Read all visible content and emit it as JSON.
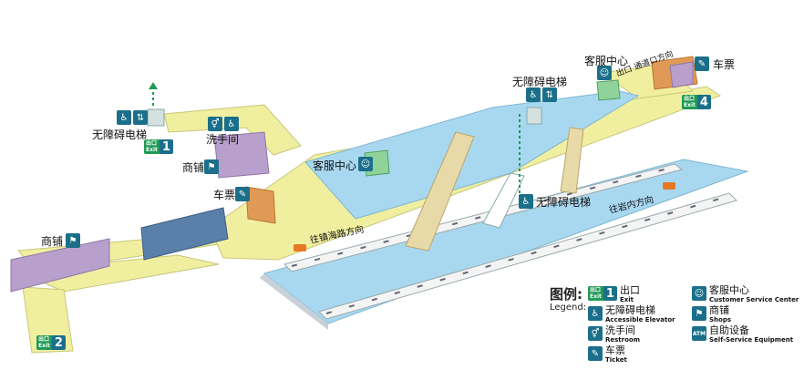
{
  "labels": {
    "accessible_elevator_top": "无障碍电梯",
    "accessible_elevator_left": "无障碍电梯",
    "accessible_elevator_center": "无障碍电梯",
    "restroom": "洗手间",
    "shop_left_upper": "商铺",
    "shop_left_lower": "商铺",
    "ticket_left": "车票",
    "ticket_right": "车票",
    "service_center_top": "客服中心",
    "service_center_mid": "客服中心",
    "direction_left": "往镇海路方向",
    "direction_right": "往岩内方向",
    "small_text_top": "出口 通道口方向"
  },
  "exits": [
    {
      "top": "出口",
      "bottom": "Exit",
      "number": "1"
    },
    {
      "top": "出口",
      "bottom": "Exit",
      "number": "2"
    },
    {
      "top": "出口",
      "bottom": "Exit",
      "number": "4"
    }
  ],
  "legend": {
    "title": "图例:",
    "subtitle": "Legend:",
    "items": [
      {
        "cn": "出口",
        "en": "Exit",
        "icon": "exit-icon"
      },
      {
        "cn": "无障碍电梯",
        "en": "Accessible Elevator",
        "icon": "accessible-elevator-icon"
      },
      {
        "cn": "洗手间",
        "en": "Restroom",
        "icon": "restroom-icon"
      },
      {
        "cn": "车票",
        "en": "Ticket",
        "icon": "ticket-icon"
      },
      {
        "cn": "客服中心",
        "en": "Customer Service Center",
        "icon": "service-center-icon"
      },
      {
        "cn": "商铺",
        "en": "Shops",
        "icon": "shop-icon"
      },
      {
        "cn": "自助设备",
        "en": "Self-Service Equipment",
        "icon": "atm-icon"
      }
    ],
    "atm_text": "ATM"
  },
  "colors": {
    "concourse": "#f0efa0",
    "platform": "#a8d8f0",
    "shop": "#b9a0cc",
    "ticket": "#e19a55",
    "green": "#1f9a55",
    "teal": "#1b6f8a"
  }
}
